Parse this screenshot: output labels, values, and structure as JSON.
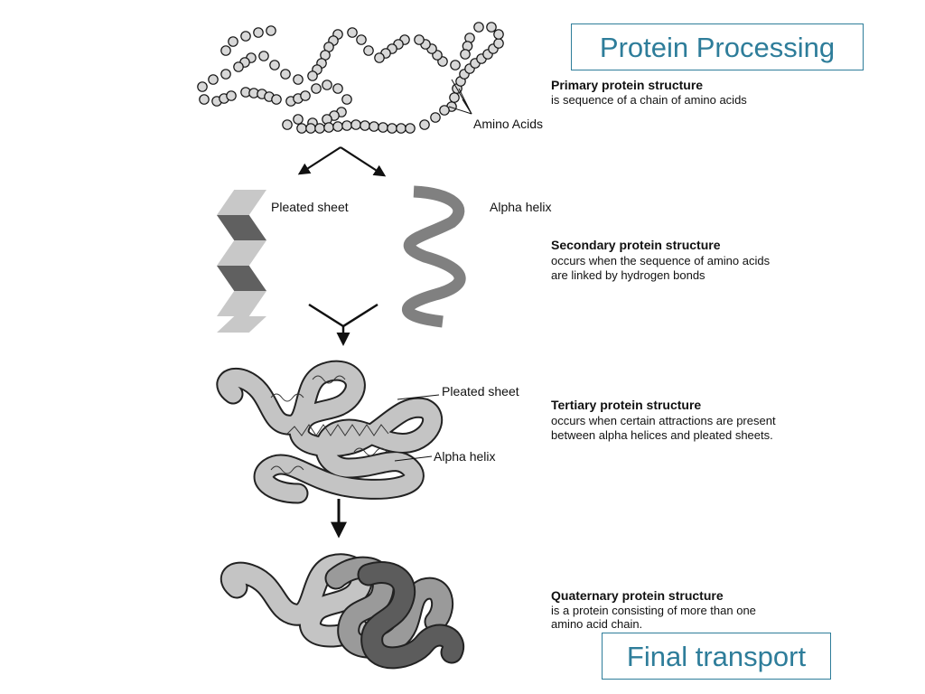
{
  "title": "Protein Processing",
  "footer_label": "Final transport",
  "colors": {
    "accent": "#2e7d9a",
    "bead": "#d8d8d8",
    "helix": "#808080",
    "sheet_light": "#c8c8c8",
    "sheet_dark": "#606060",
    "chain_light": "#c4c4c4",
    "chain_mid": "#9a9a9a",
    "chain_dark": "#5c5c5c"
  },
  "levels": {
    "primary": {
      "heading": "Primary protein structure",
      "desc_1": "is sequence of a chain of amino acids",
      "callout": "Amino Acids"
    },
    "secondary": {
      "heading": "Secondary protein structure",
      "desc_1": "occurs when the sequence of amino acids",
      "desc_2": "are linked by hydrogen bonds",
      "label_sheet": "Pleated sheet",
      "label_helix": "Alpha helix"
    },
    "tertiary": {
      "heading": "Tertiary protein structure",
      "desc_1": "occurs when certain attractions are present",
      "desc_2": "between alpha helices and pleated sheets.",
      "label_sheet": "Pleated sheet",
      "label_helix": "Alpha helix"
    },
    "quaternary": {
      "heading": "Quaternary protein structure",
      "desc_1": "is a protein consisting of more than one",
      "desc_2": "amino acid chain."
    }
  }
}
